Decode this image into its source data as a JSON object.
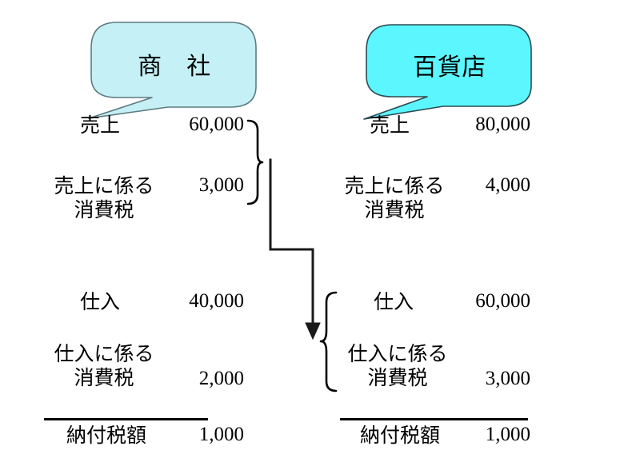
{
  "diagram": {
    "title_left": "商　社",
    "title_right": "百貨店",
    "bubble_left_fill": "#c5f0f5",
    "bubble_right_fill": "#5bf6ff",
    "bubble_stroke": "#5d7b82",
    "background": "#ffffff",
    "ink": "#000000"
  },
  "left_column": {
    "rows": [
      {
        "label": "売上",
        "value": "60,000"
      },
      {
        "label": "売上に係る\n消費税",
        "value": "3,000"
      },
      {
        "label": "仕入",
        "value": "40,000"
      },
      {
        "label": "仕入に係る\n消費税",
        "value": "2,000"
      },
      {
        "label": "納付税額",
        "value": "1,000"
      }
    ]
  },
  "right_column": {
    "rows": [
      {
        "label": "売上",
        "value": "80,000"
      },
      {
        "label": "売上に係る\n消費税",
        "value": "4,000"
      },
      {
        "label": "仕入",
        "value": "60,000"
      },
      {
        "label": "仕入に係る\n消費税",
        "value": "3,000"
      },
      {
        "label": "納付税額",
        "value": "1,000"
      }
    ]
  },
  "annotations": {
    "brace_left_sales": "right-curly-brace",
    "brace_right_purchase": "left-curly-brace",
    "connector": "elbow-arrow-left-sales-to-right-purchase"
  }
}
